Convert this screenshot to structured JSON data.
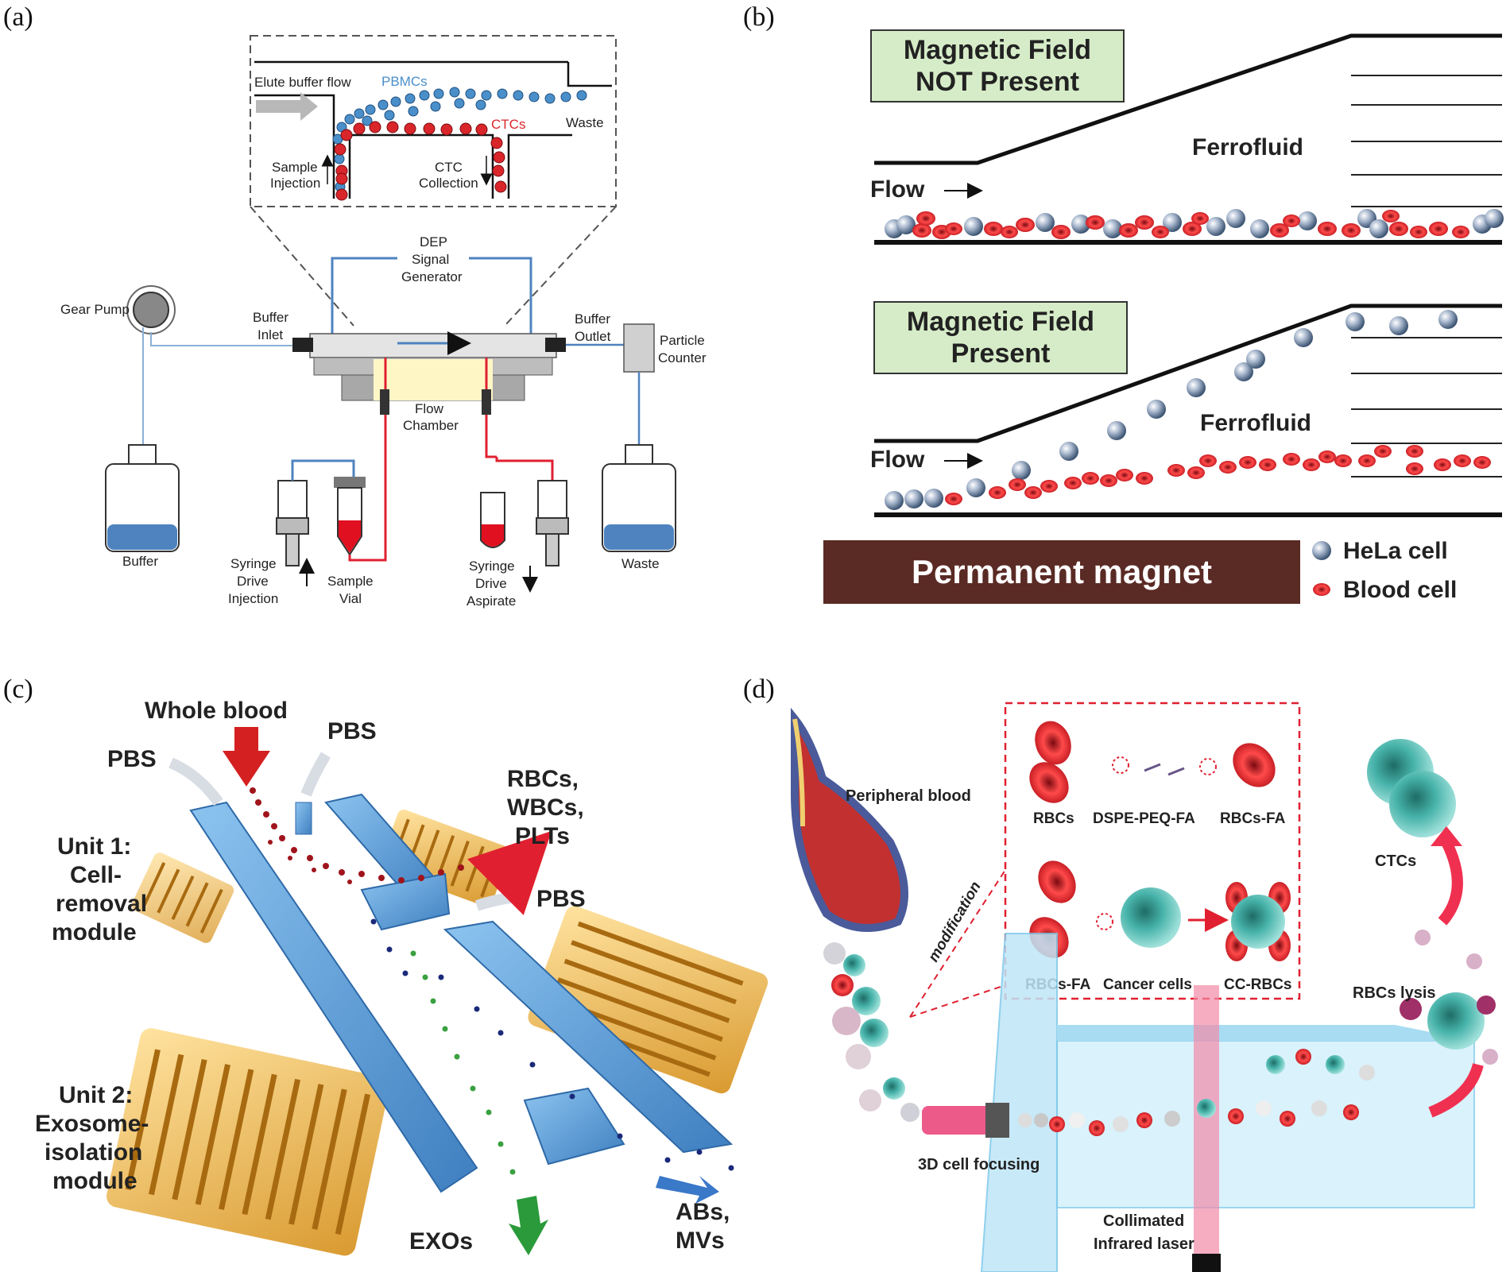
{
  "panels": {
    "a": {
      "label": "(a)",
      "inset": {
        "elute_buffer_flow": "Elute buffer flow",
        "pbmcs": "PBMCs",
        "ctcs": "CTCs",
        "waste": "Waste",
        "sample": "Sample",
        "injection": "Injection",
        "ctc": "CTC",
        "collection": "Collection"
      },
      "dep": [
        "DEP",
        "Signal",
        "Generator"
      ],
      "gear_pump": "Gear Pump",
      "buffer_inlet": [
        "Buffer",
        "Inlet"
      ],
      "buffer_outlet": [
        "Buffer",
        "Outlet"
      ],
      "particle_counter": [
        "Particle",
        "Counter"
      ],
      "flow_chamber": [
        "Flow",
        "Chamber"
      ],
      "buffer": "Buffer",
      "waste": "Waste",
      "syringe_injection": [
        "Syringe",
        "Drive",
        "Injection"
      ],
      "sample_vial": [
        "Sample",
        "Vial"
      ],
      "syringe_aspirate": [
        "Syringe",
        "Drive",
        "Aspirate"
      ],
      "colors": {
        "pbmc": "#4a8fc9",
        "ctc": "#d9262b",
        "fluid": "#4e83bf"
      }
    },
    "b": {
      "label": "(b)",
      "top_box": [
        "Magnetic Field",
        "NOT Present"
      ],
      "bottom_box": [
        "Magnetic Field",
        "Present"
      ],
      "ferrofluid": "Ferrofluid",
      "flow": "Flow",
      "magnet": "Permanent magnet",
      "legend": {
        "hela": "HeLa cell",
        "blood": "Blood cell"
      },
      "colors": {
        "box_fill": "#d6ecc8",
        "magnet": "#5a2a24",
        "blood": "#c8141c",
        "hela": "#8fa8c8"
      }
    },
    "c": {
      "label": "(c)",
      "whole_blood": "Whole blood",
      "pbs_left": "PBS",
      "pbs_top": "PBS",
      "pbs_right": "PBS",
      "outputs_1": [
        "RBCs,",
        "WBCs,",
        "PLTs"
      ],
      "unit1": [
        "Unit 1:",
        "Cell-",
        "removal",
        "module"
      ],
      "unit2": [
        "Unit 2:",
        "Exosome-",
        "isolation",
        "module"
      ],
      "exos": "EXOs",
      "abs": [
        "ABs,",
        "MVs"
      ],
      "colors": {
        "channel": "#5d9fd8",
        "electrode": "#e8b04a",
        "red_arrow": "#d42020",
        "green_arrow": "#2a9a3a",
        "blue_arrow": "#3a78c8"
      }
    },
    "d": {
      "label": "(d)",
      "peripheral_blood": "Peripheral blood",
      "modification": "modification",
      "rbcs": "RBCs",
      "dspe": "DSPE-PEQ-FA",
      "rbcs_fa_top": "RBCs-FA",
      "rbcs_fa_bottom": "RBCs-FA",
      "cancer_cells": "Cancer cells",
      "cc_rbcs": "CC-RBCs",
      "ctcs": "CTCs",
      "rbcs_lysis": "RBCs lysis",
      "focusing": "3D cell focusing",
      "laser": [
        "Collimated",
        "Infrared laser"
      ],
      "colors": {
        "rbc": "#a8141c",
        "cancer": "#3aa8a0",
        "chip": "#8fd0ee",
        "laser": "#f28aa8"
      }
    }
  }
}
